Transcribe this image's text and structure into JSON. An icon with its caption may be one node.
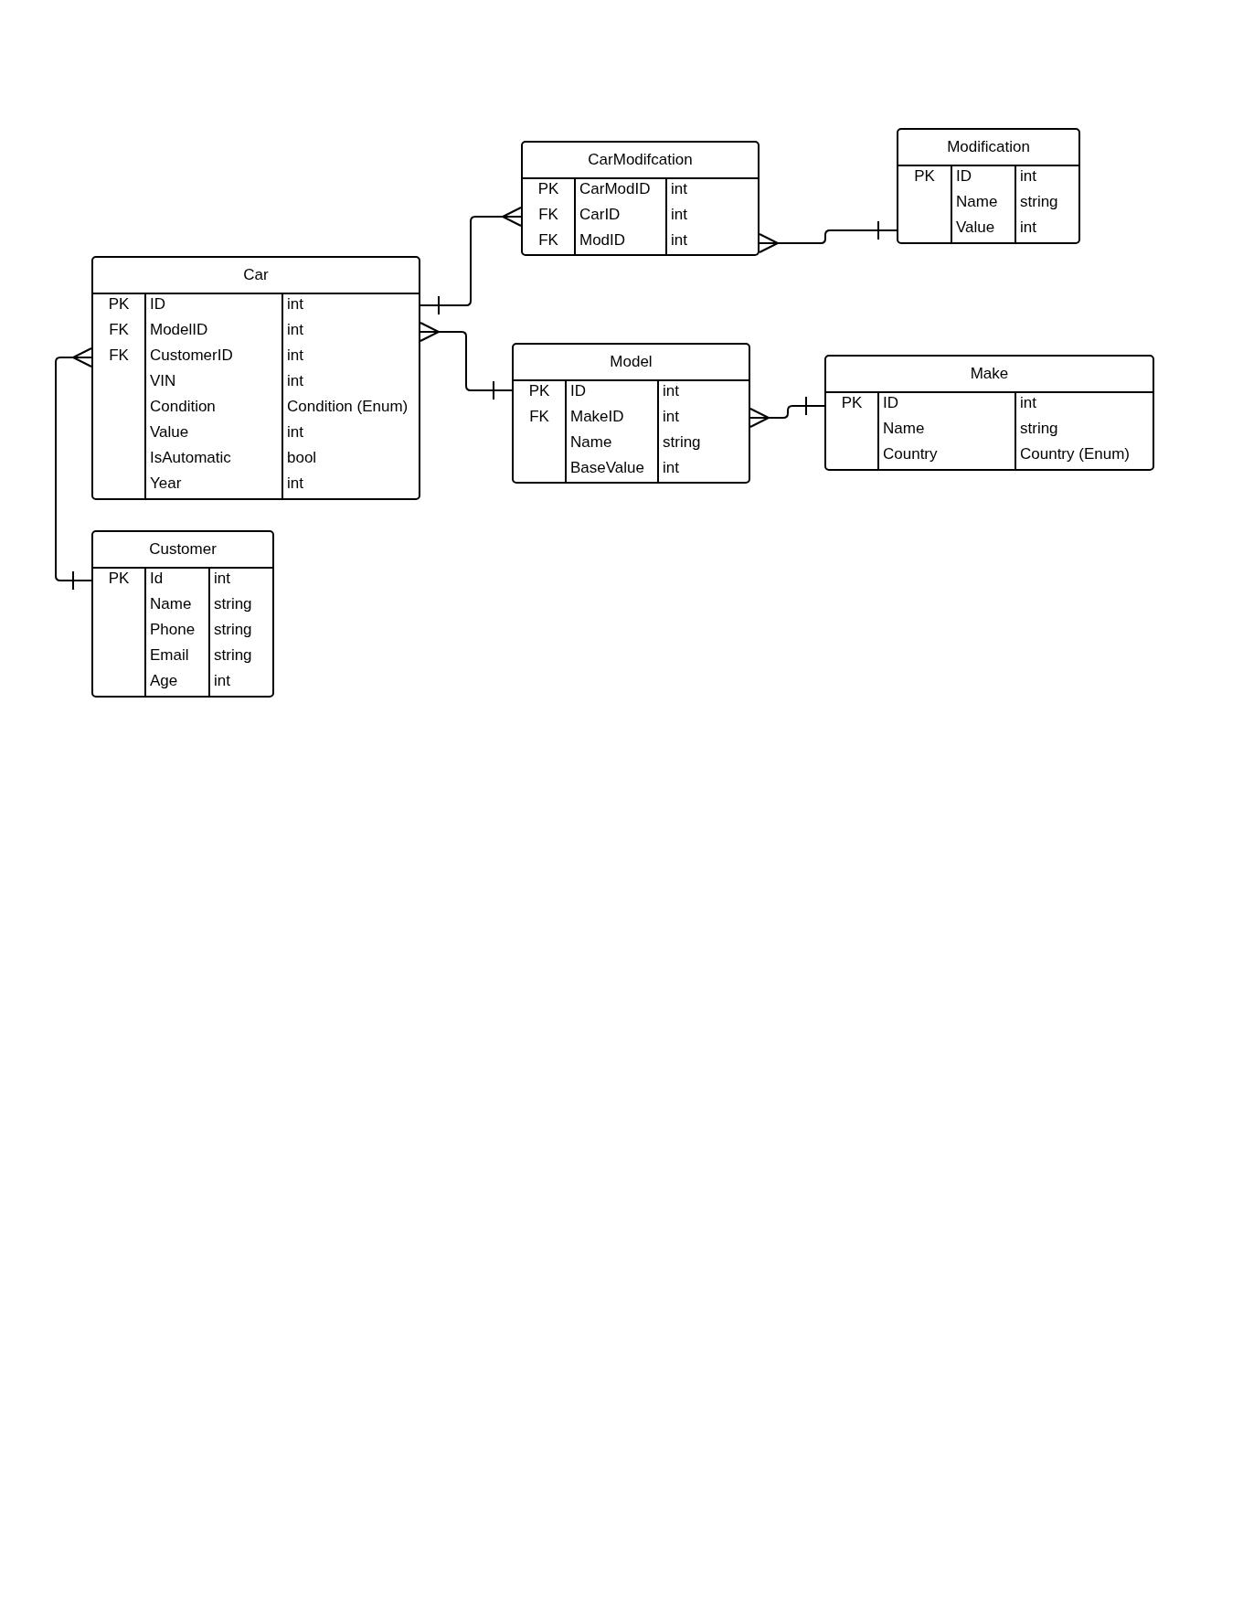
{
  "diagram": {
    "nodes": [
      {
        "text": [
          "CarModifcation"
        ]
      },
      {
        "text": [
          "PK",
          "FK",
          "FK"
        ],
        "in": 0
      },
      {
        "text": [
          "CarModID",
          "CarID",
          "ModID"
        ],
        "in": 0
      },
      {
        "text": [
          "int",
          "int",
          "int"
        ],
        "in": 0
      },
      {
        "text": [
          "Modification"
        ]
      },
      {
        "text": [
          "PK"
        ],
        "in": 4
      },
      {
        "text": [
          "ID",
          "Name",
          "Value"
        ],
        "in": 4
      },
      {
        "text": [
          "int",
          "string",
          "int"
        ],
        "in": 4
      },
      {
        "text": [
          "Car"
        ]
      },
      {
        "text": [
          "PK",
          "FK",
          "FK"
        ],
        "in": 8
      },
      {
        "text": [
          "ID",
          "ModelID",
          "CustomerID",
          "VIN",
          "Condition",
          "Value",
          "IsAutomatic",
          "Year"
        ],
        "in": 8
      },
      {
        "text": [
          "int",
          "int",
          "int",
          "int",
          "Condition (Enum)",
          "int",
          "bool",
          "int"
        ],
        "in": 8
      },
      {
        "text": [
          "Model"
        ]
      },
      {
        "text": [
          "PK",
          "FK"
        ],
        "in": 12
      },
      {
        "text": [
          "ID",
          "MakeID",
          "Name",
          "BaseValue"
        ],
        "in": 12
      },
      {
        "text": [
          "int",
          "int",
          "string",
          "int"
        ],
        "in": 12
      },
      {
        "text": [
          "Make"
        ]
      },
      {
        "text": [
          "PK"
        ],
        "in": 16
      },
      {
        "text": [
          "ID",
          "Name",
          "Country"
        ],
        "in": 16
      },
      {
        "text": [
          "int",
          "string",
          "Country (Enum)"
        ],
        "in": 16
      },
      {
        "text": [
          "Customer"
        ]
      },
      {
        "text": [
          "PK"
        ],
        "in": 20
      },
      {
        "text": [
          "Id",
          "Name",
          "Phone",
          "Email",
          "Age"
        ],
        "in": 20
      },
      {
        "text": [
          "int",
          "string",
          "string",
          "string",
          "int"
        ],
        "in": 20
      }
    ],
    "edges": [
      {
        "from": 8,
        "to": 0,
        "arrow": "other"
      },
      {
        "from": 4,
        "to": 0,
        "arrow": "other"
      },
      {
        "from": 12,
        "to": 8,
        "arrow": "other"
      },
      {
        "from": 16,
        "to": 12,
        "arrow": "other"
      },
      {
        "from": 20,
        "to": 8,
        "arrow": "other"
      }
    ]
  }
}
